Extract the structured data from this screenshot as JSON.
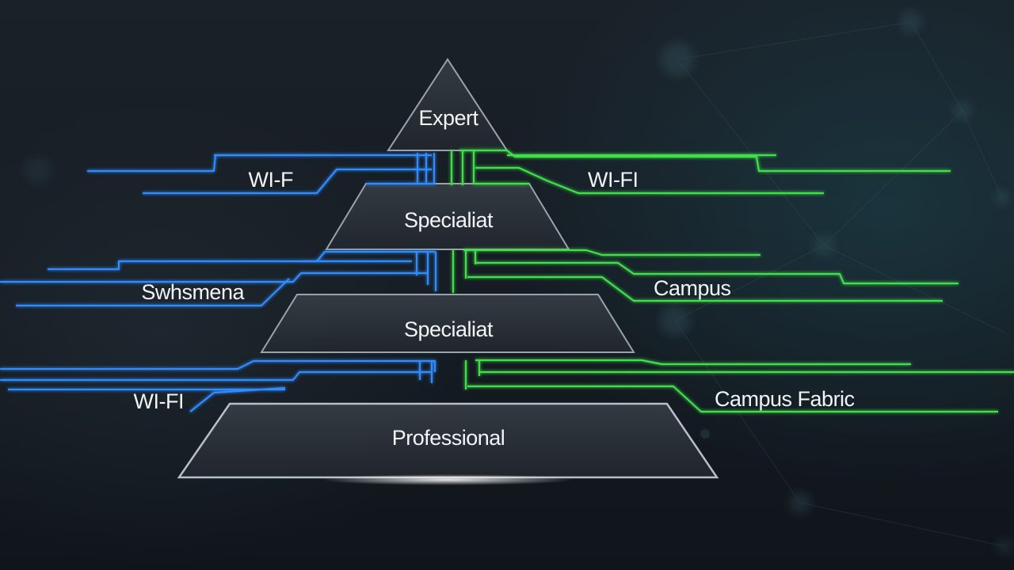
{
  "pyramid": {
    "tiers": [
      {
        "label": "Expert"
      },
      {
        "label": "Specialiat"
      },
      {
        "label": "Specialiat"
      },
      {
        "label": "Professional"
      }
    ]
  },
  "left_labels": [
    {
      "label": "WI-F"
    },
    {
      "label": "Swhsmena"
    },
    {
      "label": "WI-FI"
    }
  ],
  "right_labels": [
    {
      "label": "WI-FI"
    },
    {
      "label": "Campus"
    },
    {
      "label": "Campus Fabric"
    }
  ],
  "colors": {
    "left_lines": "#2f8cff",
    "right_lines": "#3fe04a",
    "background": "#151b22",
    "text": "#f2f4f6"
  }
}
